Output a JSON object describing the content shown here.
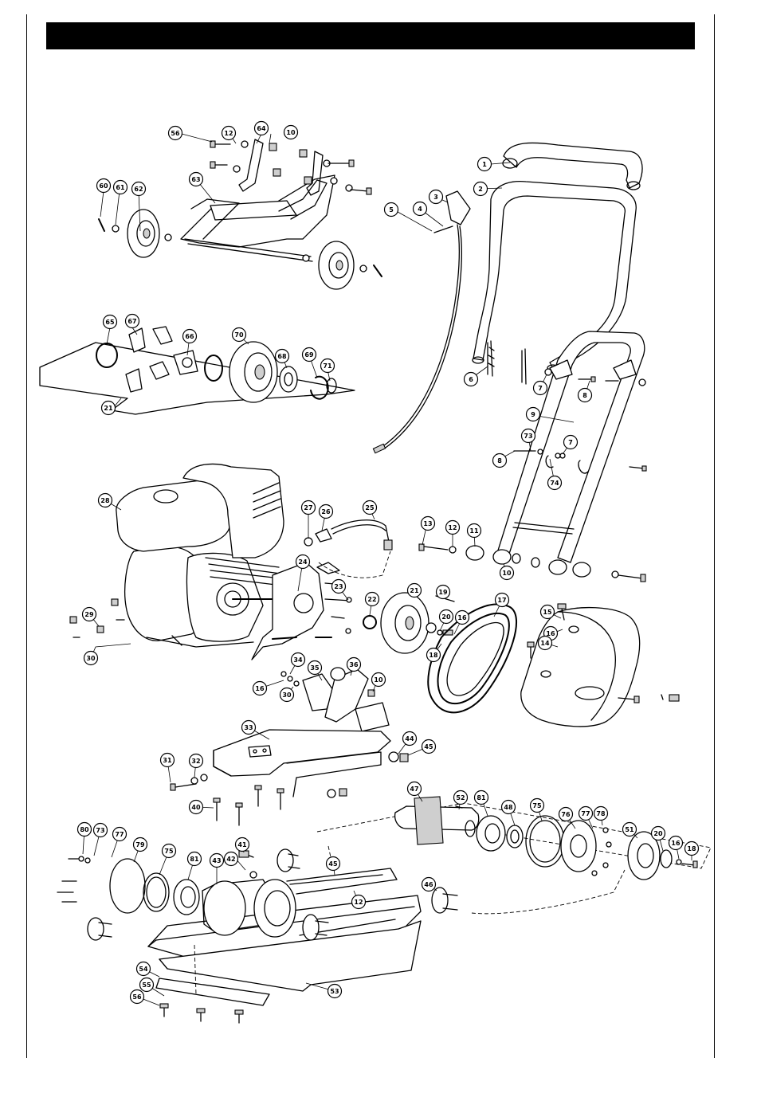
{
  "header": {
    "title": ""
  },
  "callouts": [
    {
      "label": "56"
    },
    {
      "label": "12"
    },
    {
      "label": "64"
    },
    {
      "label": "10"
    },
    {
      "label": "63"
    },
    {
      "label": "60"
    },
    {
      "label": "61"
    },
    {
      "label": "62"
    },
    {
      "label": "1"
    },
    {
      "label": "2"
    },
    {
      "label": "3"
    },
    {
      "label": "4"
    },
    {
      "label": "5"
    },
    {
      "label": "65"
    },
    {
      "label": "67"
    },
    {
      "label": "66"
    },
    {
      "label": "70"
    },
    {
      "label": "68"
    },
    {
      "label": "69"
    },
    {
      "label": "71"
    },
    {
      "label": "21"
    },
    {
      "label": "6"
    },
    {
      "label": "7"
    },
    {
      "label": "8"
    },
    {
      "label": "9"
    },
    {
      "label": "73"
    },
    {
      "label": "8"
    },
    {
      "label": "7"
    },
    {
      "label": "74"
    },
    {
      "label": "28"
    },
    {
      "label": "27"
    },
    {
      "label": "26"
    },
    {
      "label": "25"
    },
    {
      "label": "13"
    },
    {
      "label": "12"
    },
    {
      "label": "11"
    },
    {
      "label": "10"
    },
    {
      "label": "24"
    },
    {
      "label": "23"
    },
    {
      "label": "22"
    },
    {
      "label": "21"
    },
    {
      "label": "19"
    },
    {
      "label": "17"
    },
    {
      "label": "15"
    },
    {
      "label": "16"
    },
    {
      "label": "14"
    },
    {
      "label": "20"
    },
    {
      "label": "16"
    },
    {
      "label": "18"
    },
    {
      "label": "29"
    },
    {
      "label": "30"
    },
    {
      "label": "34"
    },
    {
      "label": "35"
    },
    {
      "label": "36"
    },
    {
      "label": "16"
    },
    {
      "label": "30"
    },
    {
      "label": "10"
    },
    {
      "label": "33"
    },
    {
      "label": "44"
    },
    {
      "label": "45"
    },
    {
      "label": "31"
    },
    {
      "label": "32"
    },
    {
      "label": "40"
    },
    {
      "label": "47"
    },
    {
      "label": "52"
    },
    {
      "label": "81"
    },
    {
      "label": "48"
    },
    {
      "label": "75"
    },
    {
      "label": "76"
    },
    {
      "label": "77"
    },
    {
      "label": "78"
    },
    {
      "label": "51"
    },
    {
      "label": "20"
    },
    {
      "label": "16"
    },
    {
      "label": "18"
    },
    {
      "label": "80"
    },
    {
      "label": "73"
    },
    {
      "label": "77"
    },
    {
      "label": "79"
    },
    {
      "label": "75"
    },
    {
      "label": "81"
    },
    {
      "label": "43"
    },
    {
      "label": "42"
    },
    {
      "label": "41"
    },
    {
      "label": "45"
    },
    {
      "label": "12"
    },
    {
      "label": "46"
    },
    {
      "label": "54"
    },
    {
      "label": "55"
    },
    {
      "label": "56"
    },
    {
      "label": "53"
    }
  ]
}
